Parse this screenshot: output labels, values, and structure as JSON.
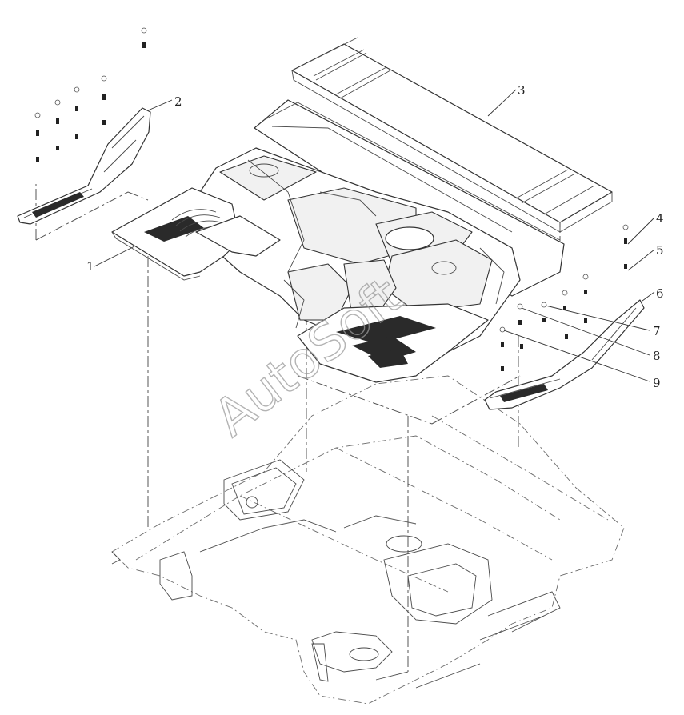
{
  "diagram": {
    "type": "exploded parts diagram",
    "watermark": "AutoSoft",
    "callouts": [
      {
        "label": "1"
      },
      {
        "label": "2"
      },
      {
        "label": "3"
      },
      {
        "label": "4"
      },
      {
        "label": "5"
      },
      {
        "label": "6"
      },
      {
        "label": "7"
      },
      {
        "label": "8"
      },
      {
        "label": "9"
      }
    ]
  }
}
